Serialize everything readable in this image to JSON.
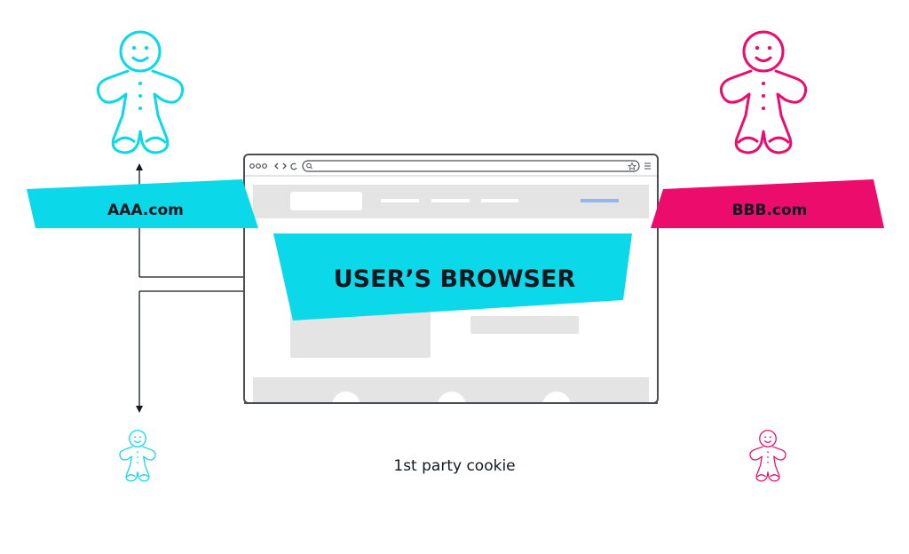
{
  "labels": {
    "left_domain": "AAA.com",
    "right_domain": "BBB.com",
    "center": "USER’S BROWSER",
    "caption": "1st party cookie"
  },
  "colors": {
    "cyan": "#0bd8e8",
    "pink": "#ec0c6c",
    "dark": "#111820",
    "frame": "#4a4e54",
    "placeholder": "#e4e4e4",
    "link_blue": "#8fb6ee"
  },
  "icons": {
    "cookie_big_left": "gingerbread-man-icon",
    "cookie_big_right": "gingerbread-man-icon",
    "cookie_small_left": "gingerbread-man-icon",
    "cookie_small_right": "gingerbread-man-icon",
    "search": "search-icon",
    "star": "star-icon",
    "menu": "hamburger-menu-icon"
  }
}
